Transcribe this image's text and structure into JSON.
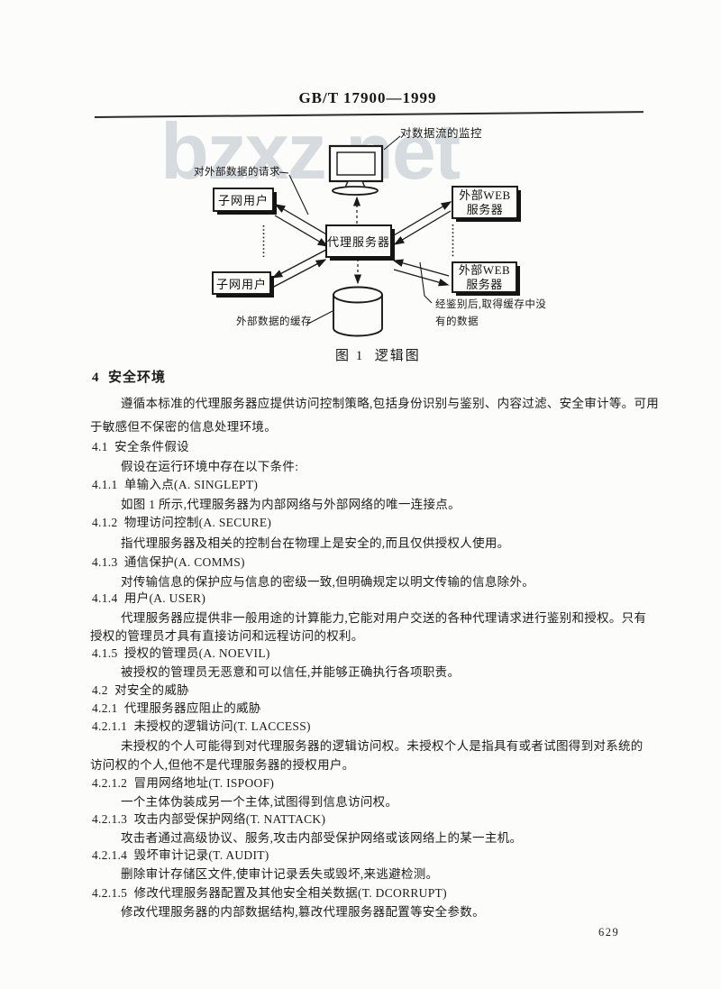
{
  "page": {
    "header_code": "GB/T 17900—1999",
    "page_number": "629",
    "watermark": "bzxz.net"
  },
  "figure": {
    "caption": "图 1  逻辑图",
    "labels": {
      "monitor": "对数据流的监控",
      "request": "对外部数据的请求",
      "subnet_user_1": "子网用户",
      "subnet_user_2": "子网用户",
      "proxy": "代理服务器",
      "web_server_line1": "外部WEB",
      "web_server_line2": "服务器",
      "cache": "外部数据的缓存",
      "auth_line1": "经鉴别后,取得缓存中没",
      "auth_line2": "有的数据"
    }
  },
  "content": {
    "lines": [
      {
        "kind": "h1",
        "text": "4  安全环境"
      },
      {
        "kind": "pi",
        "text": "遵循本标准的代理服务器应提供访问控制策略,包括身份识别与鉴别、内容过滤、安全审计等。可用"
      },
      {
        "kind": "pf",
        "text": "于敏感但不保密的信息处理环境。"
      },
      {
        "kind": "h2",
        "text": "4.1  安全条件假设"
      },
      {
        "kind": "pi",
        "text": "假设在运行环境中存在以下条件:"
      },
      {
        "kind": "h2",
        "text": "4.1.1  单输入点(A. SINGLEPT)"
      },
      {
        "kind": "pi",
        "text": "如图 1 所示,代理服务器为内部网络与外部网络的唯一连接点。"
      },
      {
        "kind": "h2",
        "text": "4.1.2  物理访问控制(A. SECURE)"
      },
      {
        "kind": "pi",
        "text": "指代理服务器及相关的控制台在物理上是安全的,而且仅供授权人使用。"
      },
      {
        "kind": "h2",
        "text": "4.1.3  通信保护(A. COMMS)"
      },
      {
        "kind": "pi",
        "text": "对传输信息的保护应与信息的密级一致,但明确规定以明文传输的信息除外。"
      },
      {
        "kind": "h2",
        "text": "4.1.4  用户(A. USER)"
      },
      {
        "kind": "pi",
        "text": "代理服务器应提供非一般用途的计算能力,它能对用户交送的各种代理请求进行鉴别和授权。只有"
      },
      {
        "kind": "pf",
        "text": "授权的管理员才具有直接访问和远程访问的权利。"
      },
      {
        "kind": "h2",
        "text": "4.1.5  授权的管理员(A. NOEVIL)"
      },
      {
        "kind": "pi",
        "text": "被授权的管理员无恶意和可以信任,并能够正确执行各项职责。"
      },
      {
        "kind": "h2",
        "text": "4.2  对安全的威胁"
      },
      {
        "kind": "h2",
        "text": "4.2.1  代理服务器应阻止的威胁"
      },
      {
        "kind": "h2",
        "text": "4.2.1.1  未授权的逻辑访问(T. LACCESS)"
      },
      {
        "kind": "pi",
        "text": "未授权的个人可能得到对代理服务器的逻辑访问权。未授权个人是指具有或者试图得到对系统的"
      },
      {
        "kind": "pf",
        "text": "访问权的个人,但他不是代理服务器的授权用户。"
      },
      {
        "kind": "h2",
        "text": "4.2.1.2  冒用网络地址(T. ISPOOF)"
      },
      {
        "kind": "pi",
        "text": "一个主体伪装成另一个主体,试图得到信息访问权。"
      },
      {
        "kind": "h2",
        "text": "4.2.1.3  攻击内部受保护网络(T. NATTACK)"
      },
      {
        "kind": "pi",
        "text": "攻击者通过高级协议、服务,攻击内部受保护网络或该网络上的某一主机。"
      },
      {
        "kind": "h2",
        "text": "4.2.1.4  毁坏审计记录(T. AUDIT)"
      },
      {
        "kind": "pi",
        "text": "删除审计存储区文件,使审计记录丢失或毁坏,来逃避检测。"
      },
      {
        "kind": "h2",
        "text": "4.2.1.5  修改代理服务器配置及其他安全相关数据(T. DCORRUPT)"
      },
      {
        "kind": "pi",
        "text": "修改代理服务器的内部数据结构,篡改代理服务器配置等安全参数。"
      }
    ]
  }
}
